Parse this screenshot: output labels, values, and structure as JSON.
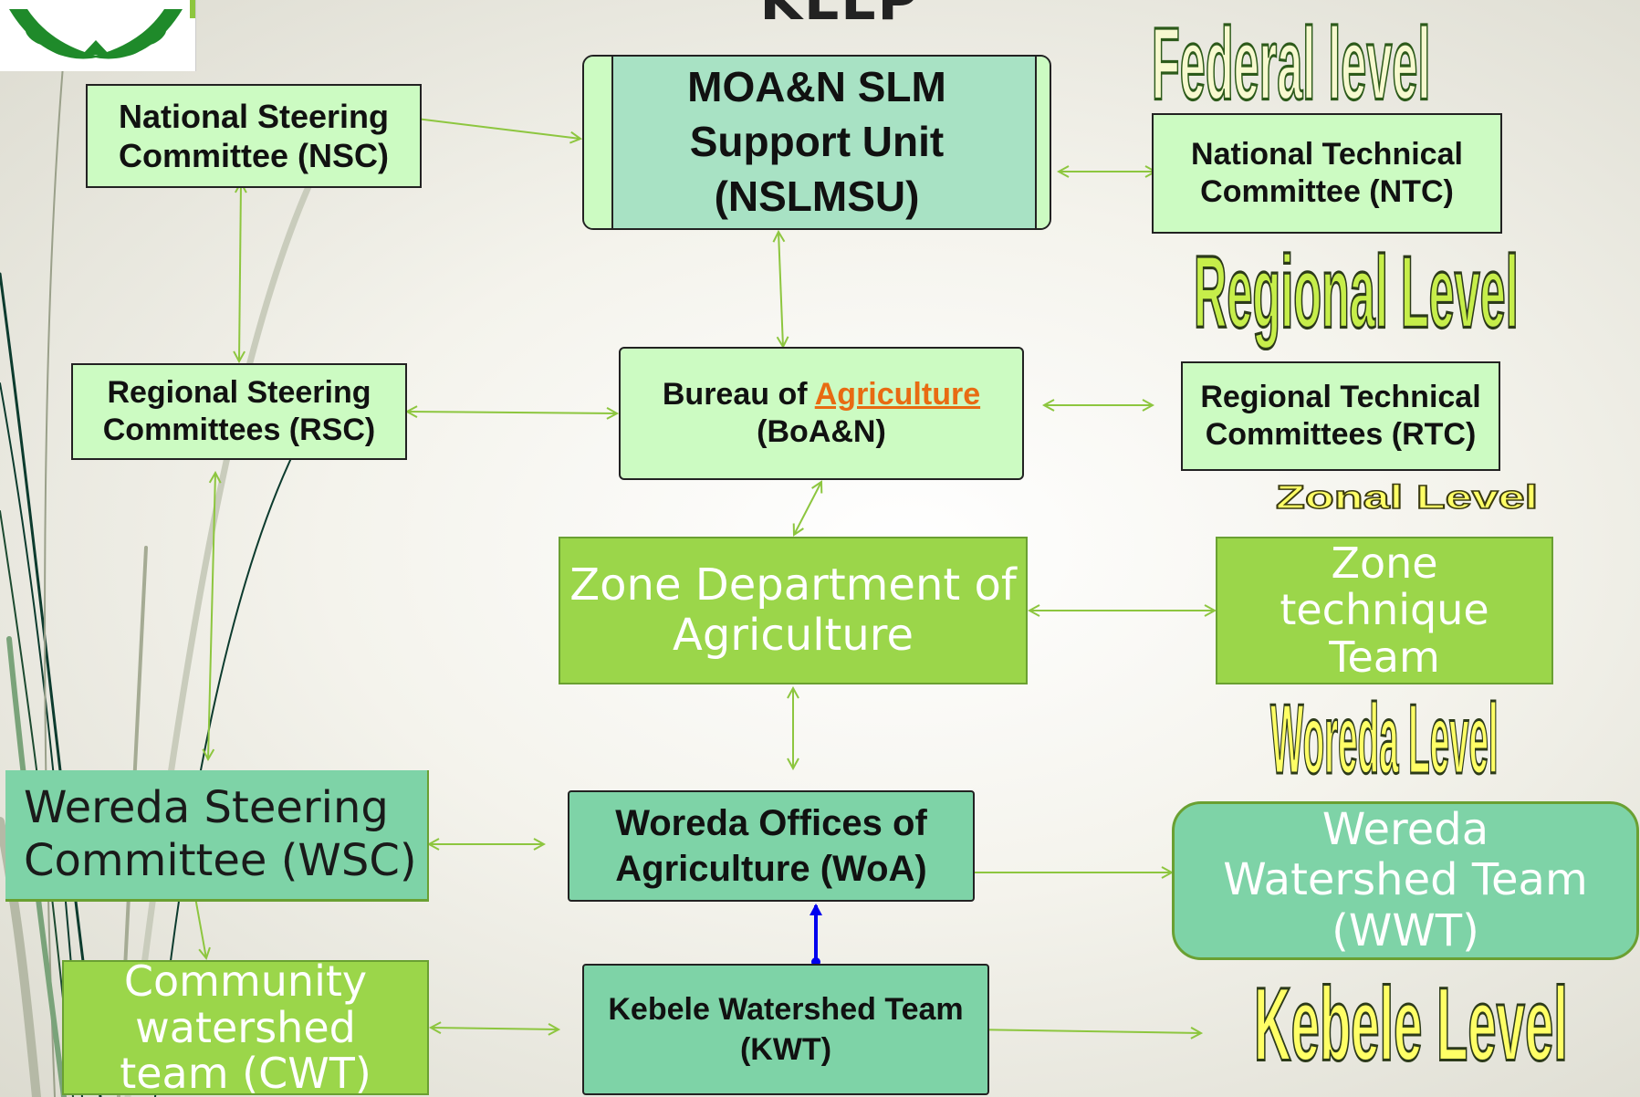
{
  "title_fragment": "KLLP",
  "levels": {
    "federal": "Federal level",
    "regional": "Regional Level",
    "zonal": "Zonal Level",
    "woreda": "Woreda Level",
    "kebele": "Kebele Level"
  },
  "nodes": {
    "nsc": {
      "line1": "National Steering",
      "line2": "Committee (NSC)"
    },
    "nslmsu": {
      "line1": "MOA&N SLM",
      "line2": "Support Unit",
      "line3": "(NSLMSU)"
    },
    "ntc": {
      "line1": "National Technical",
      "line2": "Committee (NTC)"
    },
    "rsc": {
      "line1": "Regional Steering",
      "line2": "Committees (RSC)"
    },
    "boa": {
      "prefix": "Bureau of ",
      "link": "Agriculture",
      "line2": "(BoA&N)"
    },
    "rtc": {
      "line1": "Regional Technical",
      "line2": "Committees (RTC)"
    },
    "zda": {
      "line1": "Zone Department of",
      "line2": "Agriculture"
    },
    "ztt": {
      "line1": "Zone",
      "line2": "technique",
      "line3": "Team"
    },
    "wsc": {
      "line1": "Wereda Steering",
      "line2": "Committee (WSC)"
    },
    "woa": {
      "line1": "Woreda Offices of",
      "line2": "Agriculture  (WoA)"
    },
    "wwt": {
      "line1": "Wereda",
      "line2": "Watershed Team",
      "line3": "(WWT)"
    },
    "cwt": {
      "line1": "Community",
      "line2": "watershed",
      "line3": "team (CWT)"
    },
    "kwt": {
      "line1": "Kebele Watershed Team",
      "line2": "(KWT)"
    }
  },
  "colors": {
    "light_green": "#ccfbc2",
    "mid_green": "#9bd64a",
    "teal": "#7ed3a7",
    "teal_light": "#a8e2c4",
    "arrow": "#8dc63f",
    "blue_arrow": "#0000ee",
    "link_orange": "#e86b12"
  }
}
